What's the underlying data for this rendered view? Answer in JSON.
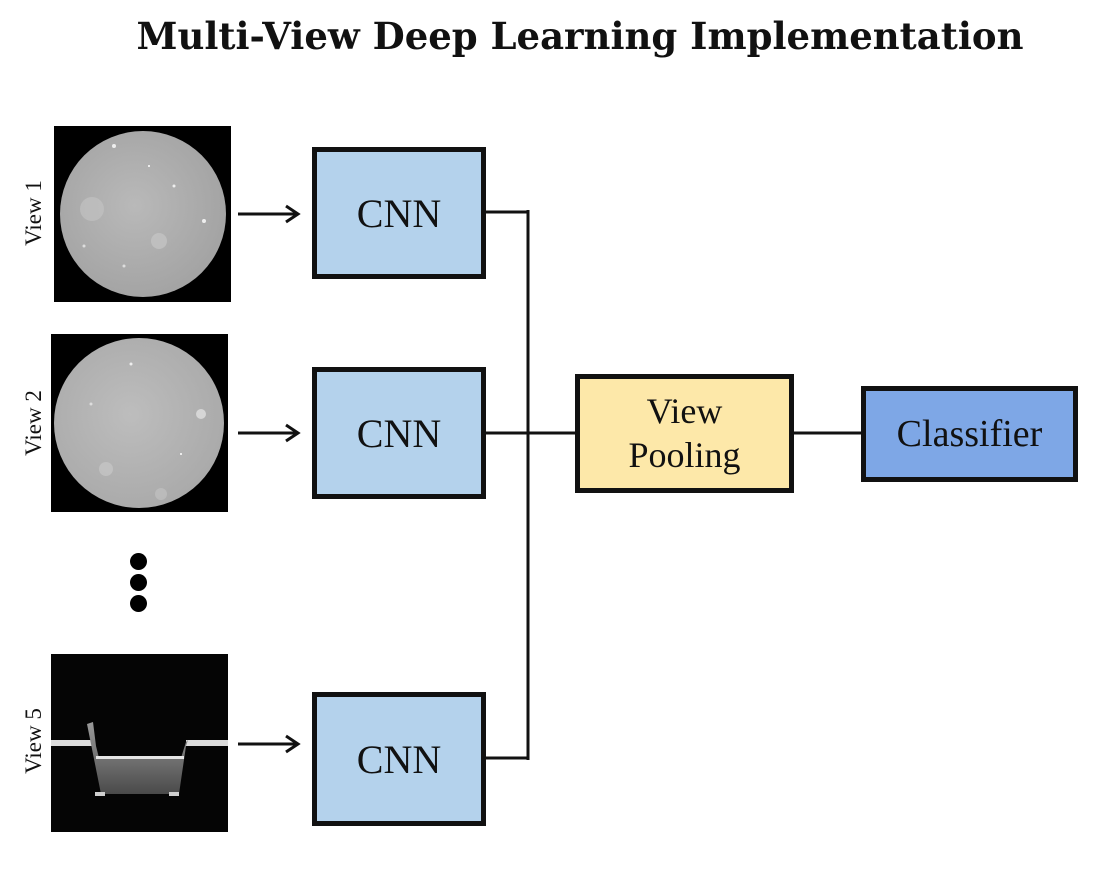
{
  "title": "Multi-View Deep Learning Implementation",
  "views": [
    {
      "label": "View 1",
      "image": "circular-sample-image"
    },
    {
      "label": "View 2",
      "image": "circular-sample-image"
    },
    {
      "label": "View 5",
      "image": "cross-section-profile-image"
    }
  ],
  "cnn_label": "CNN",
  "pooling": {
    "line1": "View",
    "line2": "Pooling"
  },
  "classifier": "Classifier",
  "colors": {
    "cnn": "#b4d2ec",
    "pooling": "#fde8a9",
    "classifier": "#7ea7e6",
    "stroke": "#111111"
  }
}
